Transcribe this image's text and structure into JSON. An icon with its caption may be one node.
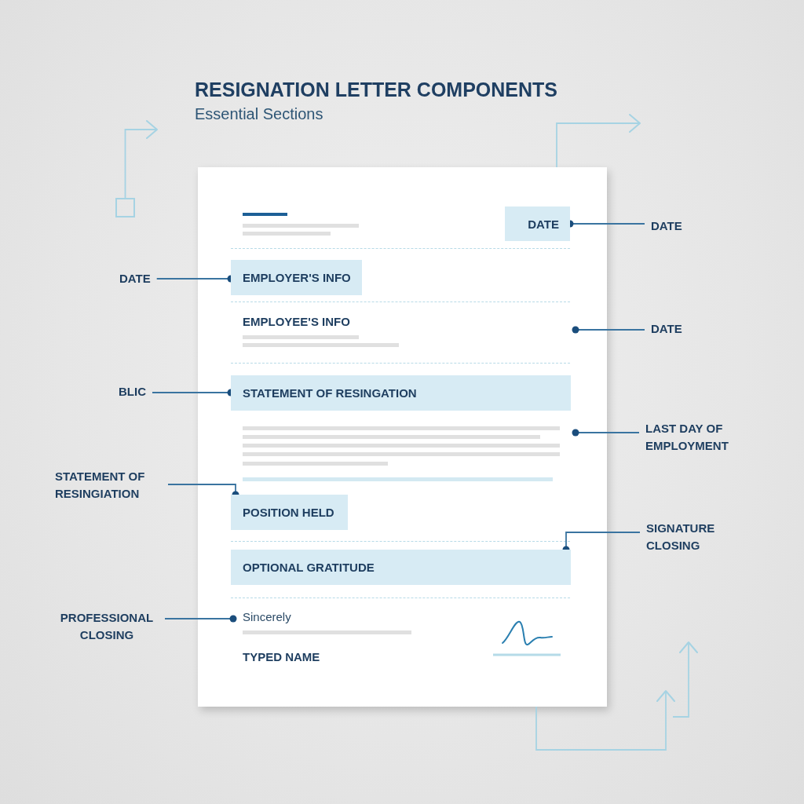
{
  "diagram": {
    "title": "RESIGNATION LETTER COMPONENTS",
    "nodes": [
      {
        "text": [],
        "shape": "box"
      },
      {
        "text": [],
        "shape": "box"
      },
      {
        "text": [
          "DATE"
        ],
        "in": 1
      },
      {
        "text": [
          "DATE"
        ]
      },
      {
        "text": [
          "DATE"
        ]
      },
      {
        "text": [
          "EMPLOYER'S INFO"
        ],
        "in": 1
      },
      {
        "text": [
          "DATE"
        ]
      },
      {
        "text": [
          "BLIC"
        ]
      },
      {
        "text": [
          "STATEMENT OF RESINGATION"
        ],
        "in": 1
      },
      {
        "text": [
          "LAST DAY OF EMPLOYMENT"
        ]
      },
      {
        "text": [
          "STATEMENT OF RESINGIATION"
        ]
      },
      {
        "text": [
          "POSITION HELD"
        ],
        "in": 1
      },
      {
        "text": [
          "SIGNATURE CLOSING"
        ]
      },
      {
        "text": [
          "OPTIONAL GRATITUDE"
        ],
        "in": 1
      },
      {
        "text": [
          "PROFESSIONAL CLOSING"
        ]
      },
      {
        "text": [
          "Sincerely"
        ],
        "in": 1
      }
    ],
    "edges": [
      {
        "from": 0,
        "to": null,
        "arrow": "to",
        "color": "#a6d3e3"
      },
      {
        "from": 1,
        "to": null,
        "arrow": "to",
        "color": "#a6d3e3"
      },
      {
        "from": 3,
        "to": 2,
        "arrow": "other"
      },
      {
        "from": 4,
        "to": 5,
        "arrow": "other"
      },
      {
        "from": 6,
        "to": null,
        "arrow": "other"
      },
      {
        "from": 7,
        "to": 8,
        "arrow": "other"
      },
      {
        "from": 9,
        "to": null,
        "arrow": "other"
      },
      {
        "from": 10,
        "to": 11,
        "arrow": "other"
      },
      {
        "from": 12,
        "to": 13,
        "arrow": "other"
      },
      {
        "from": 14,
        "to": 15,
        "arrow": "other"
      },
      {
        "from": 1,
        "to": null,
        "arrow": "to",
        "color": "#a6d3e3"
      }
    ],
    "labels": [
      "Essential Sections",
      "EMPLOYEE'S INFO",
      "TYPED NAME"
    ]
  }
}
